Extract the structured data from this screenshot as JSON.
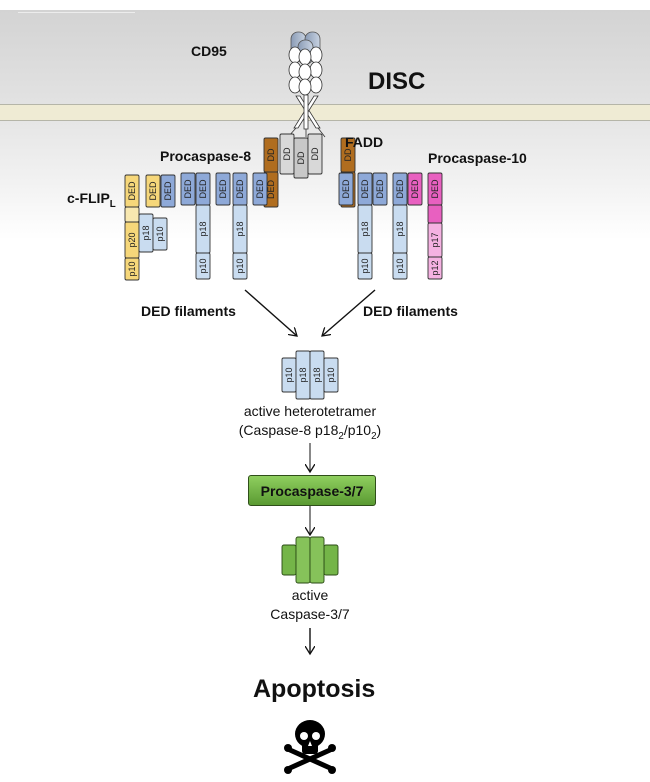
{
  "labels": {
    "cd95": "CD95",
    "disc": "DISC",
    "fadd": "FADD",
    "procaspase8": "Procaspase-8",
    "procaspase10": "Procaspase-10",
    "cflip": "c-FLIP",
    "cflip_sub": "L",
    "ded_filaments_left": "DED filaments",
    "ded_filaments_right": "DED filaments",
    "heterotetramer_line1": "active heterotetramer",
    "heterotetramer_line2_a": "(Caspase-8 p18",
    "heterotetramer_line2_sub1": "2",
    "heterotetramer_line2_b": "/p10",
    "heterotetramer_line2_sub2": "2",
    "heterotetramer_line2_c": ")",
    "procaspase37": "Procaspase-3/7",
    "active_line1": "active",
    "active_line2": "Caspase-3/7",
    "apoptosis": "Apoptosis"
  },
  "domains": {
    "dd": "DD",
    "ded": "DED",
    "p10": "p10",
    "p18": "p18",
    "p20": "p20",
    "p17": "p17",
    "p12": "p12"
  },
  "colors": {
    "fadd": "#b06d1f",
    "dd_grey": "#d8d8d8",
    "casp8_ded": "#8ea9d8",
    "casp8_body": "#c9dcf0",
    "cflip": "#f6d77a",
    "casp10": "#e860c0",
    "casp10_body": "#f5b2e2",
    "caspase37": "#6ab040"
  },
  "icons": {
    "death": "skull-crossbones-icon"
  }
}
